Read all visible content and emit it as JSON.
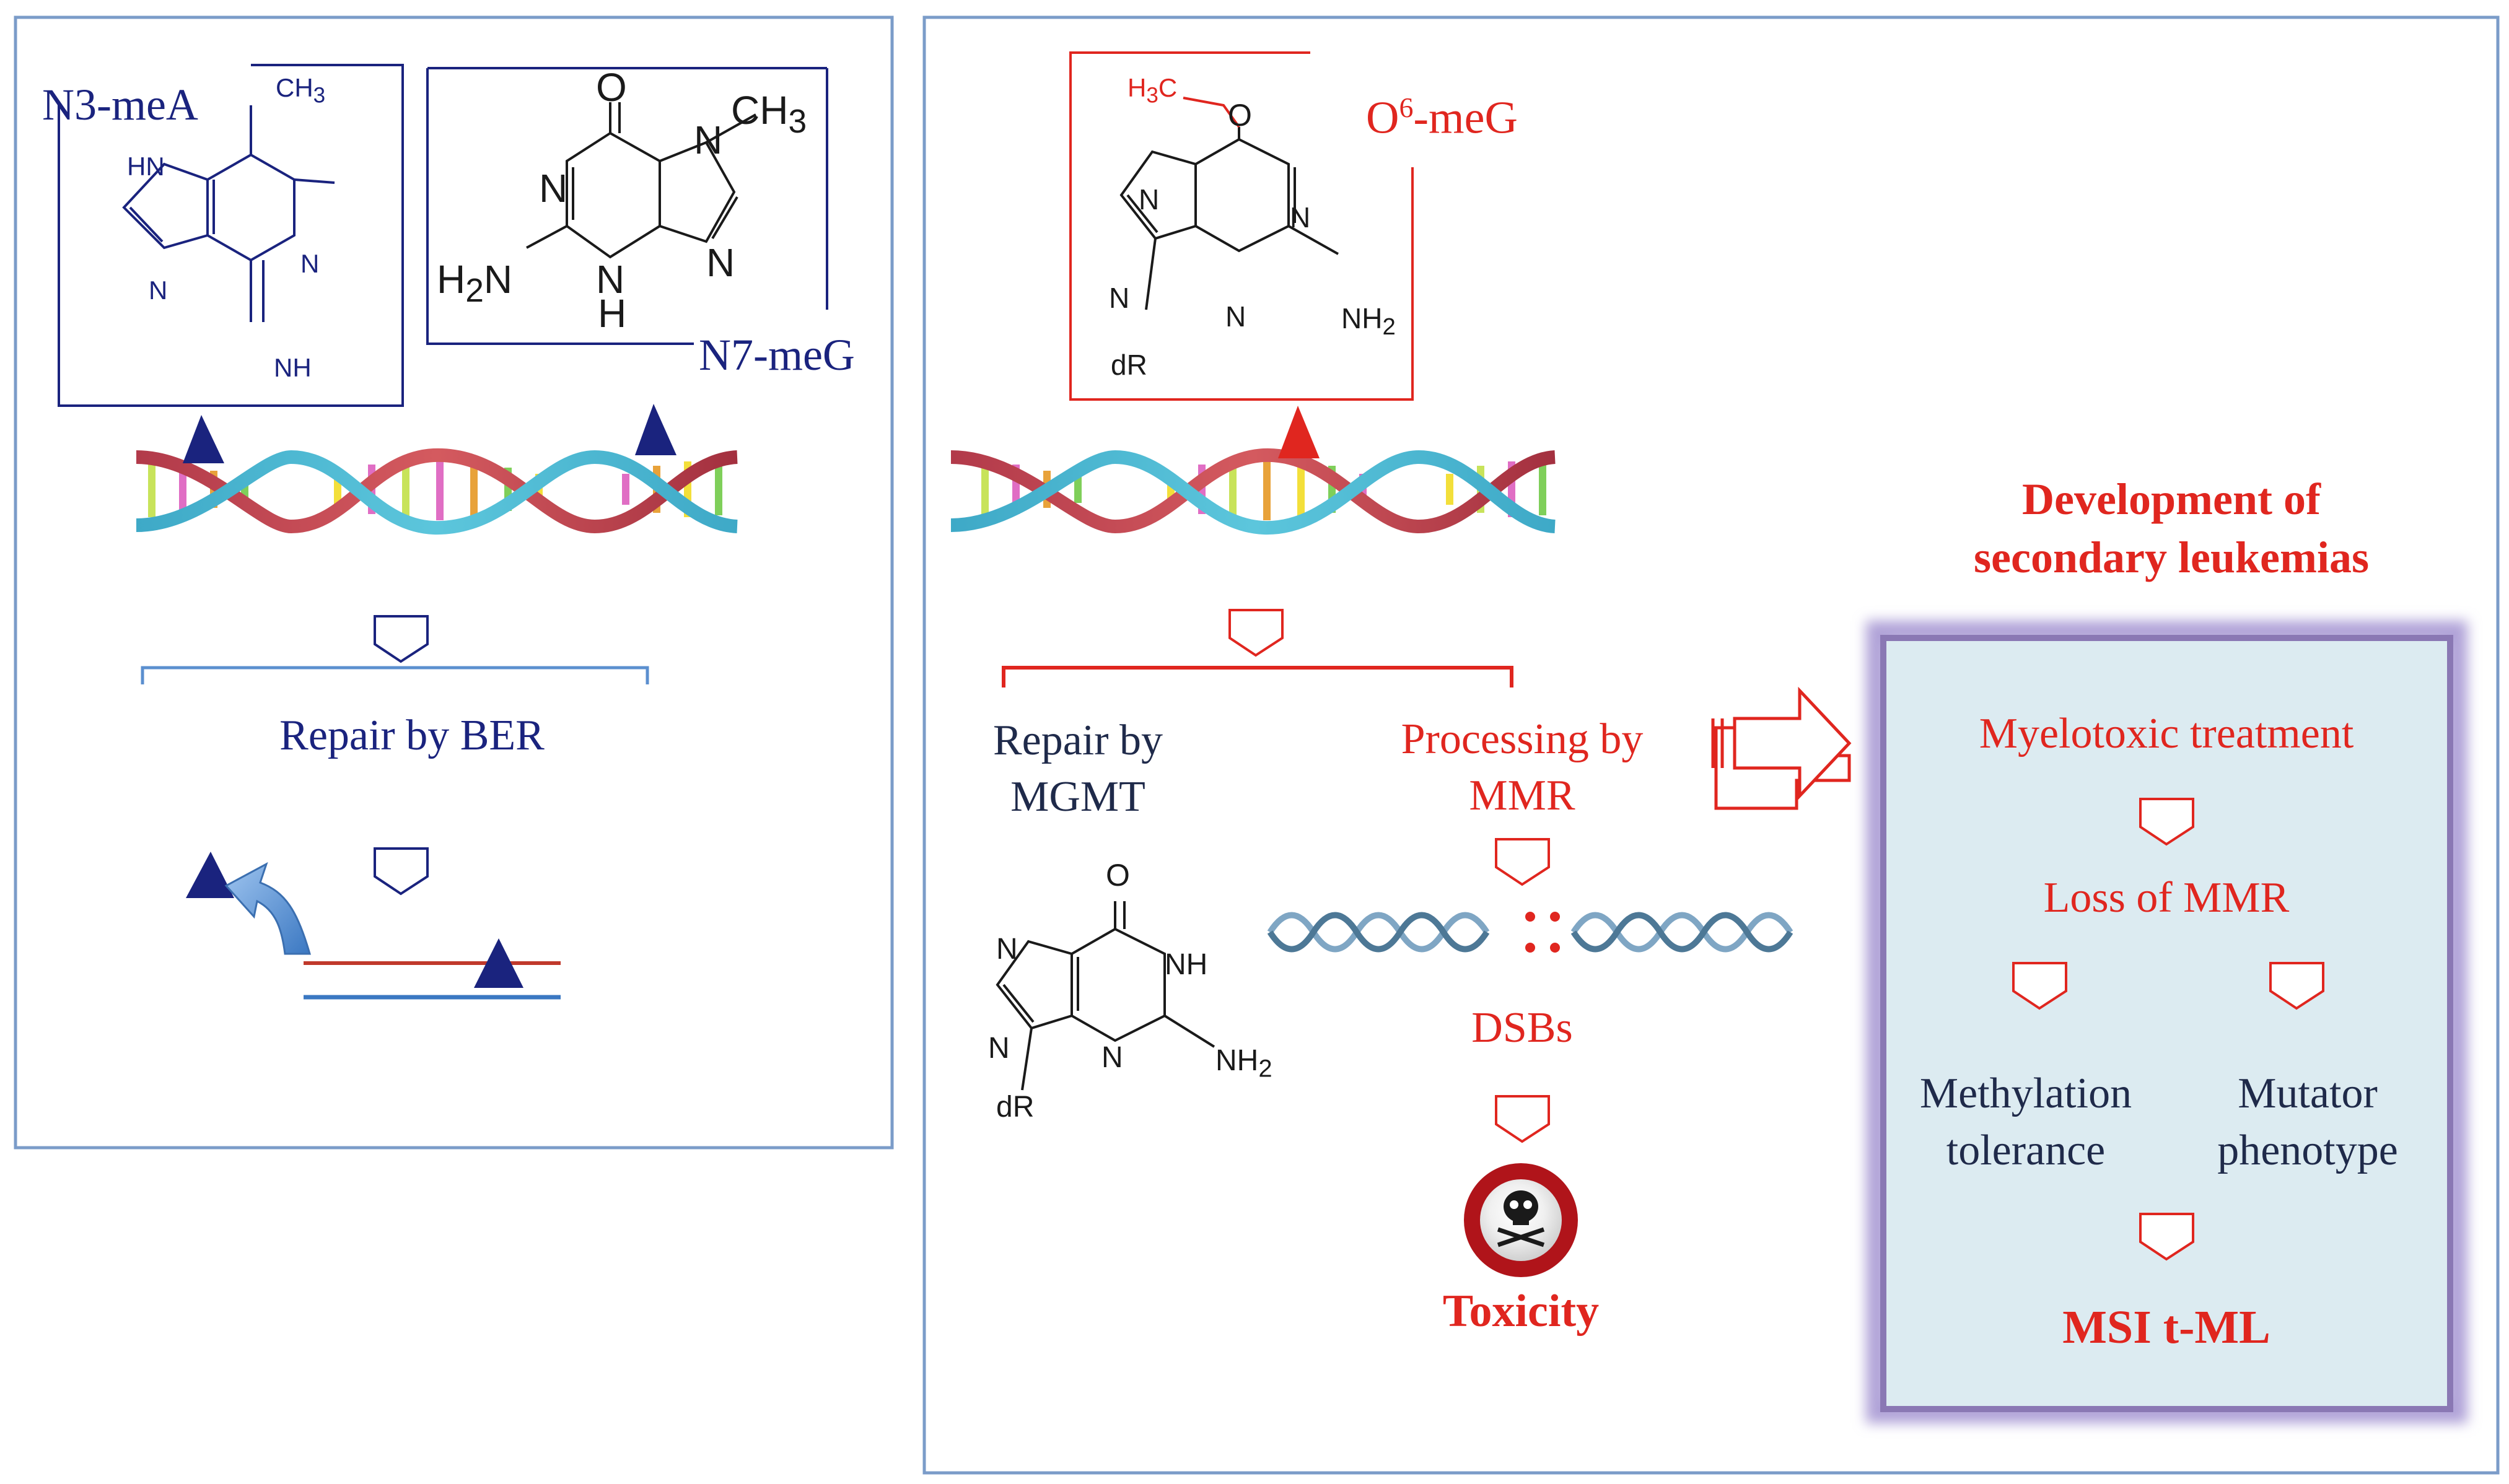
{
  "left_panel": {
    "n3_label": "N3-meA",
    "n7_label": "N7-meG",
    "repair_label": "Repair by BER",
    "n3_structure": {
      "ch3": "CH3",
      "hn": "HN",
      "n_a": "N",
      "n_b": "N",
      "nh": "NH"
    },
    "n7_structure": {
      "o": "O",
      "ch3": "CH3",
      "n1": "N",
      "n7": "N",
      "n9": "N",
      "h2n": "H2N",
      "h": "H"
    }
  },
  "right_panel": {
    "o6_label": "O6-meG",
    "o6_structure": {
      "h3c": "H3C",
      "o": "O",
      "n_a": "N",
      "n_b": "N",
      "n_c": "N",
      "nh2": "NH2",
      "dr": "dR"
    },
    "repair_mgmt": [
      "Repair by",
      "MGMT"
    ],
    "processing_mmr": [
      "Processing by",
      "MMR"
    ],
    "guanine_structure": {
      "o": "O",
      "n_a": "N",
      "nh": "NH",
      "n_b": "N",
      "nh2": "NH2",
      "dr": "dR"
    },
    "dsbs": "DSBs",
    "toxicity": "Toxicity",
    "title": [
      "Development of",
      "secondary leukemias"
    ],
    "box": {
      "treatment": "Myelotoxic treatment",
      "loss": "Loss of MMR",
      "methylation": [
        "Methylation",
        "tolerance"
      ],
      "mutator": [
        "Mutator",
        "phenotype"
      ],
      "msi": "MSI t-ML"
    }
  },
  "colors": {
    "navy": "#1a237e",
    "red": "#e0261f",
    "panel_border": "#7b9cc9",
    "box_fill": "#dcebf1",
    "box_border": "#8a78b4"
  },
  "icons": [
    "methyl-triangle-icon",
    "arrow-marker-icon",
    "dna-helix-icon",
    "skull-icon",
    "block-arrow-icon",
    "curved-arrow-icon"
  ]
}
